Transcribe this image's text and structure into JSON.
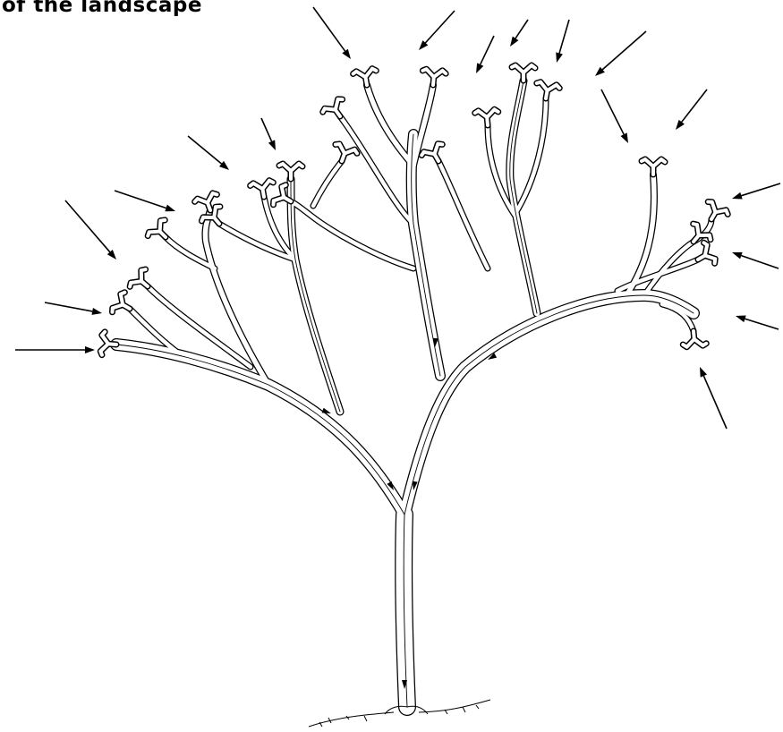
{
  "figure": {
    "caption": "of the landscape",
    "line_color": "#000000",
    "background_color": "#ffffff",
    "icons": [
      "tree-drainage-diagram",
      "flow-arrow-icon",
      "ground-line"
    ]
  }
}
